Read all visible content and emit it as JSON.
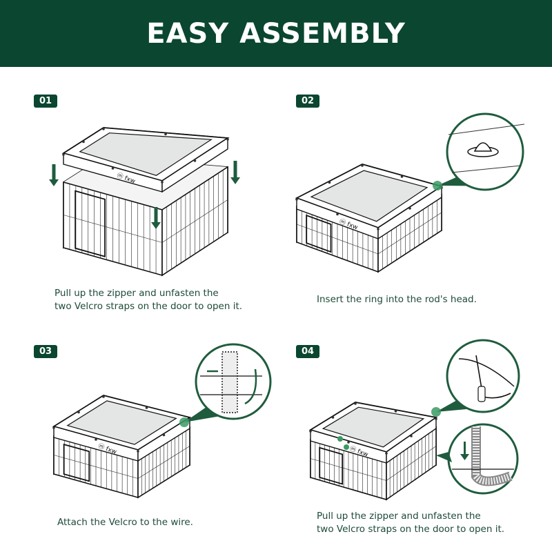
{
  "header": {
    "title": "EASY ASSEMBLY"
  },
  "brand": {
    "logo_text": "fxw",
    "accent": "#0a4630",
    "callout": "#1f5c3e"
  },
  "steps": [
    {
      "number": "01",
      "caption_lines": [
        "Pull up the zipper and unfasten the",
        "two Velcro straps on the door to open it."
      ]
    },
    {
      "number": "02",
      "caption_lines": [
        "Insert the ring into the rod's head."
      ]
    },
    {
      "number": "03",
      "caption_lines": [
        "Attach the Velcro to the wire."
      ]
    },
    {
      "number": "04",
      "caption_lines": [
        "Pull up the zipper and unfasten the",
        "two Velcro straps on the door to open it."
      ]
    }
  ]
}
